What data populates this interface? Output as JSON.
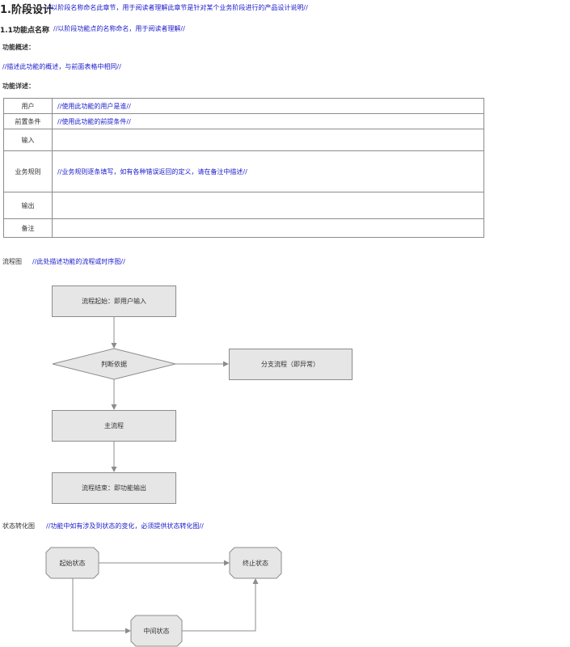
{
  "heading1": {
    "title": "1.阶段设计",
    "comment": "//以阶段名称命名此章节，用于阅读者理解此章节是针对某个业务阶段进行的产品设计说明//"
  },
  "heading2": {
    "title": "1.1功能点名称",
    "comment": "//以阶段功能点的名称命名，用于阅读者理解//"
  },
  "overview": {
    "label": "功能概述：",
    "comment": "//描述此功能的概述，与前面表格中相同//"
  },
  "detail_label": "功能详述：",
  "table": {
    "rows": [
      {
        "key": "用户",
        "value": "//使用此功能的用户是谁//"
      },
      {
        "key": "前置条件",
        "value": "//使用此功能的前提条件//"
      },
      {
        "key": "输入",
        "value": ""
      },
      {
        "key": "业务规则",
        "value": "//业务规则逐条填写，如有各种错误返回的定义，请在备注中描述//"
      },
      {
        "key": "输出",
        "value": ""
      },
      {
        "key": "备注",
        "value": ""
      }
    ]
  },
  "flowchart": {
    "label": "流程图",
    "comment": "//此处描述功能的流程或时序图//",
    "start": "流程起始：即用户输入",
    "decision": "判断依据",
    "branch": "分支流程（即异常）",
    "main": "主流程",
    "end": "流程结束：即功能输出"
  },
  "state_diagram": {
    "label": "状态转化图",
    "comment": "//功能中如有涉及到状态的变化，必须提供状态转化图//",
    "start": "起始状态",
    "terminal": "终止状态",
    "middle": "中间状态"
  },
  "colors": {
    "comment": "#1a1acc",
    "shape_fill": "#e6e6e6",
    "shape_stroke": "#8c8c8c"
  }
}
